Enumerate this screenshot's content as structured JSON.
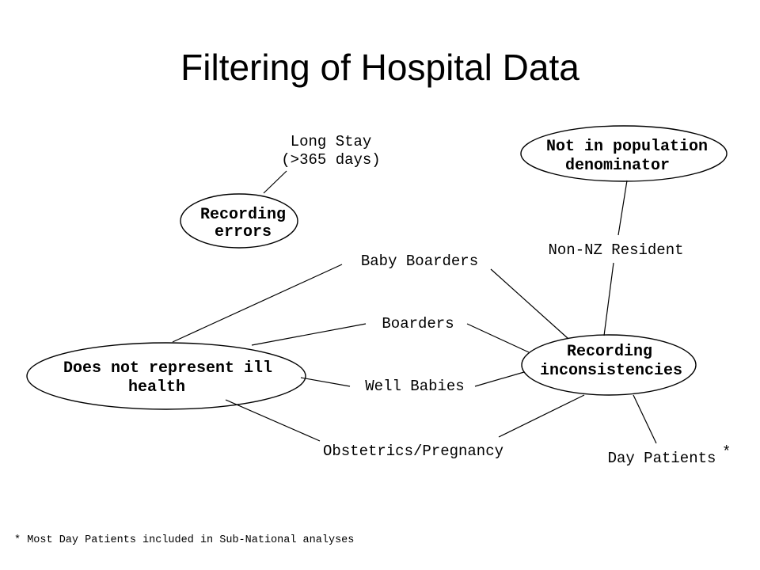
{
  "title": "Filtering of Hospital Data",
  "nodes": {
    "long_stay": {
      "line1": "Long Stay",
      "line2": "(>365 days)"
    },
    "recording_errors": {
      "line1": "Recording",
      "line2": "errors"
    },
    "not_in_population": {
      "line1": "Not in population",
      "line2": "denominator"
    },
    "non_nz_resident": "Non-NZ Resident",
    "baby_boarders": "Baby Boarders",
    "boarders": "Boarders",
    "well_babies": "Well Babies",
    "obstetrics": "Obstetrics/Pregnancy",
    "does_not_represent": {
      "line1": "Does not represent ill",
      "line2": "health"
    },
    "recording_inconsistencies": {
      "line1": "Recording",
      "line2": "inconsistencies"
    },
    "day_patients": "Day Patients",
    "day_patients_mark": "*"
  },
  "footnote": "* Most Day Patients included in Sub-National analyses"
}
